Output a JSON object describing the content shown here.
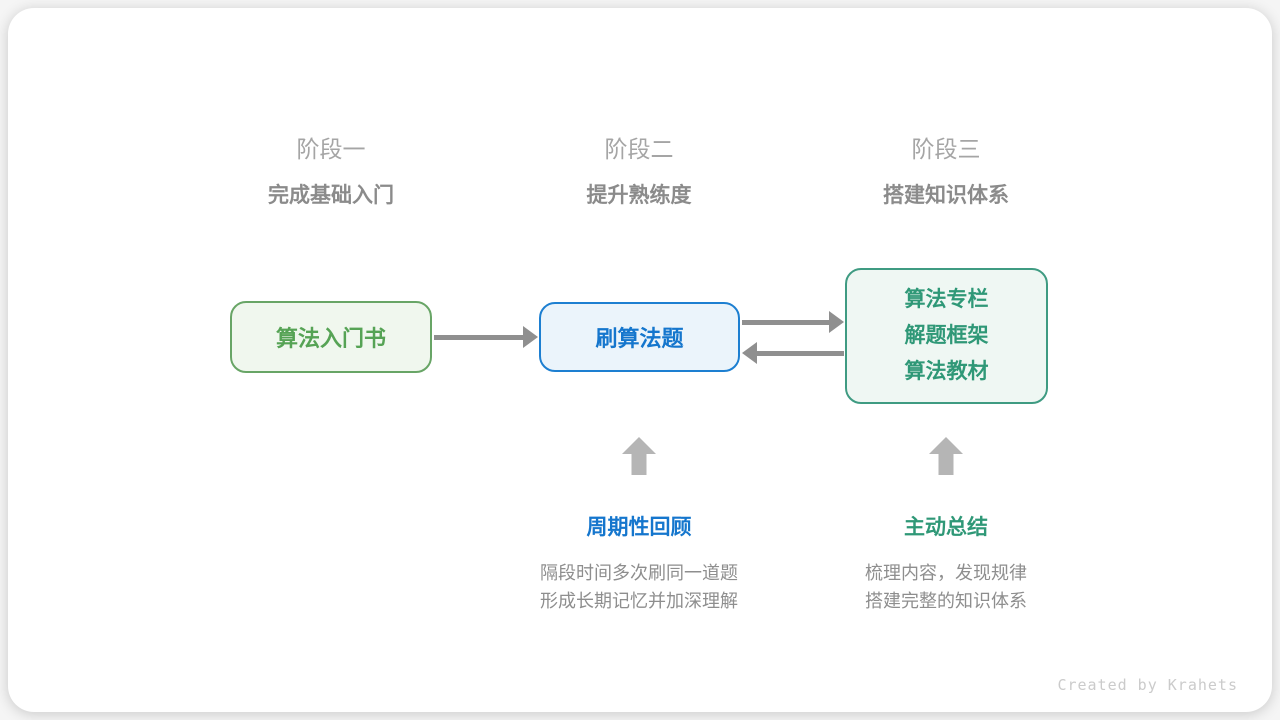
{
  "diagram": {
    "title_implicit": "algorithm learning roadmap",
    "credit": "Created by Krahets"
  },
  "stages": [
    {
      "label": "阶段一",
      "subtitle": "完成基础入门"
    },
    {
      "label": "阶段二",
      "subtitle": "提升熟练度"
    },
    {
      "label": "阶段三",
      "subtitle": "搭建知识体系"
    }
  ],
  "nodes": [
    {
      "id": "intro-book",
      "color": "green",
      "lines": [
        "算法入门书"
      ]
    },
    {
      "id": "solve-problems",
      "color": "blue",
      "lines": [
        "刷算法题"
      ]
    },
    {
      "id": "knowledge-sources",
      "color": "teal",
      "lines": [
        "算法专栏",
        "解题框架",
        "算法教材"
      ]
    }
  ],
  "edges": [
    {
      "from": "intro-book",
      "to": "solve-problems",
      "direction": "right"
    },
    {
      "from": "solve-problems",
      "to": "knowledge-sources",
      "direction": "right"
    },
    {
      "from": "knowledge-sources",
      "to": "solve-problems",
      "direction": "left"
    }
  ],
  "annotations": [
    {
      "title": "周期性回顾",
      "color": "blue",
      "desc_lines": [
        "隔段时间多次刷同一道题",
        "形成长期记忆并加深理解"
      ],
      "points_to": "solve-problems"
    },
    {
      "title": "主动总结",
      "color": "teal",
      "desc_lines": [
        "梳理内容，发现规律",
        "搭建完整的知识体系"
      ],
      "points_to": "knowledge-sources"
    }
  ],
  "colors": {
    "green_border": "#68a566",
    "green_bg": "#f0f7ee",
    "green_text": "#56a355",
    "blue_border": "#1d7fd1",
    "blue_bg": "#ebf4fb",
    "blue_text": "#1576cd",
    "teal_border": "#3f9b82",
    "teal_bg": "#eff7f3",
    "teal_text": "#2f9877",
    "arrow": "#8f8f8f",
    "uparrow": "#b5b5b5",
    "stage_label": "#a5a5a5",
    "stage_subtitle": "#8b8b8b",
    "desc": "#8e8e8e",
    "credit": "#cbcbcb"
  }
}
